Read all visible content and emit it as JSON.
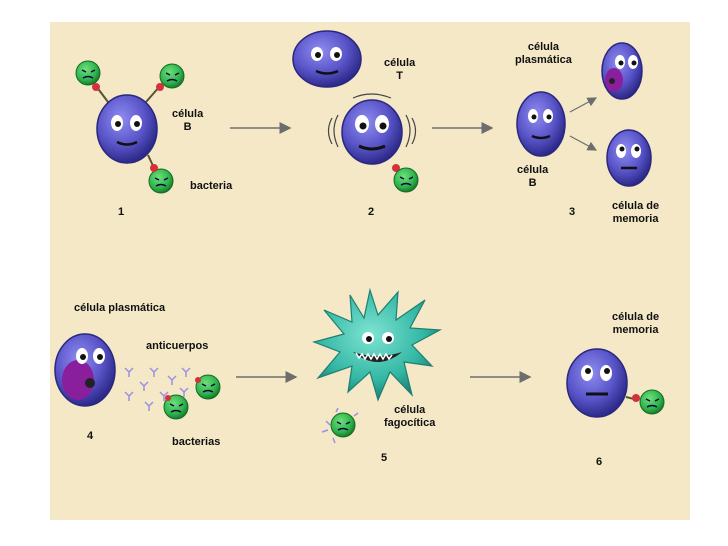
{
  "steps": [
    {
      "number": "1",
      "labels": [
        "célula",
        "B",
        "bacteria"
      ]
    },
    {
      "number": "2",
      "labels": [
        "célula",
        "T"
      ]
    },
    {
      "number": "3",
      "labels": [
        "célula",
        "plasmática",
        "célula",
        "B",
        "célula de",
        "memoria"
      ]
    },
    {
      "number": "4",
      "labels": [
        "célula plasmática",
        "anticuerpos",
        "bacterias"
      ]
    },
    {
      "number": "5",
      "labels": [
        "célula",
        "fagocítica"
      ]
    },
    {
      "number": "6",
      "labels": [
        "célula de",
        "memoria"
      ]
    }
  ],
  "colors": {
    "background": "#f4e8c6",
    "lymphocyte": "#5a55c9",
    "bacteria": "#2db34a",
    "phagocyte": "#33b7a4",
    "antibody": "#9b8fe6",
    "arrow": "#6d6d6d"
  }
}
